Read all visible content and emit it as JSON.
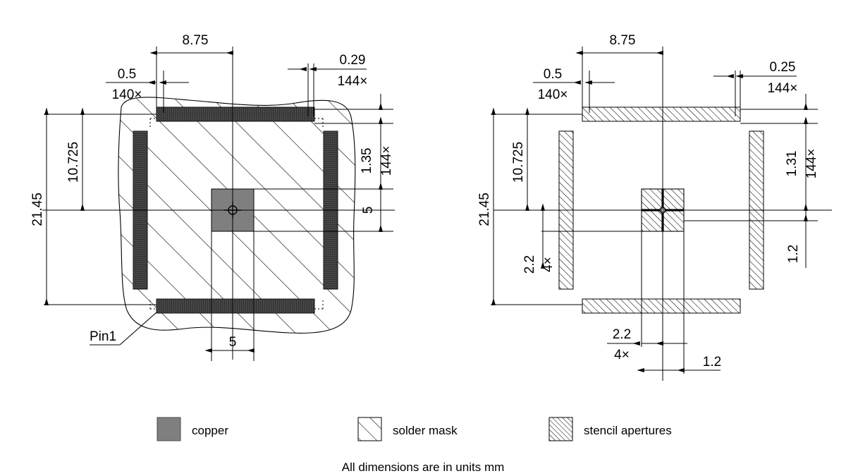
{
  "drawing": {
    "title_note": "All dimensions are in units mm",
    "left_view": {
      "name": "copper-and-solder-mask-view",
      "pin1_label": "Pin1",
      "dimensions": {
        "pitch": {
          "value": "0.5",
          "count": "140×"
        },
        "row_span": {
          "value": "8.75"
        },
        "pad_width": {
          "value": "0.29",
          "count": "144×"
        },
        "outer_height": {
          "value": "21.45"
        },
        "inner_height": {
          "value": "10.725"
        },
        "pad_length": {
          "value": "1.35",
          "count": "144×"
        },
        "gap_to_pad": {
          "value": "5"
        },
        "center_pad_size": {
          "value": "5"
        }
      }
    },
    "right_view": {
      "name": "stencil-aperture-view",
      "dimensions": {
        "pitch": {
          "value": "0.5",
          "count": "140×"
        },
        "row_span": {
          "value": "8.75"
        },
        "aperture_width": {
          "value": "0.25",
          "count": "144×"
        },
        "outer_height": {
          "value": "21.45"
        },
        "inner_height": {
          "value": "10.725"
        },
        "aperture_length": {
          "value": "1.31",
          "count": "144×"
        },
        "center_aperture_v": {
          "value": "1.2"
        },
        "center_aperture_pitch_v": {
          "value": "2.2",
          "count": "4×"
        },
        "center_aperture_pitch_h": {
          "value": "2.2",
          "count": "4×"
        },
        "center_aperture_h": {
          "value": "1.2"
        }
      }
    },
    "legend": [
      {
        "key": "copper",
        "label": "copper",
        "swatch": "solid-gray"
      },
      {
        "key": "solder-mask",
        "label": "solder mask",
        "swatch": "single-diagonal"
      },
      {
        "key": "stencil-apertures",
        "label": "stencil apertures",
        "swatch": "dense-diagonal"
      }
    ]
  },
  "colors": {
    "line": "#000000",
    "copper_fill": "#7f7f7f",
    "pad_fill": "#4d4d4d",
    "background": "#ffffff"
  }
}
